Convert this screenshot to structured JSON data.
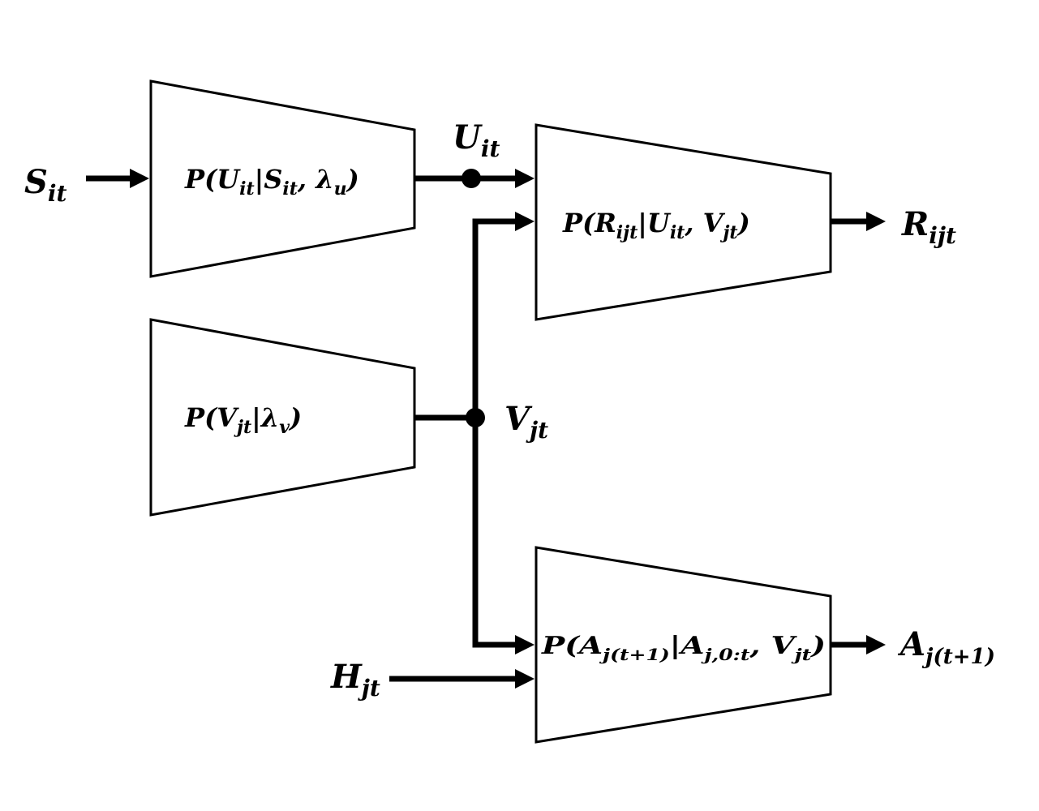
{
  "diagram": {
    "colors": {
      "stroke": "#000000",
      "background": "#ffffff"
    },
    "inputs": {
      "S": {
        "base": "S",
        "sub": "it"
      },
      "H": {
        "base": "H",
        "sub": "jt"
      }
    },
    "nodes": {
      "U": {
        "base": "U",
        "sub": "it"
      },
      "V": {
        "base": "V",
        "sub": "jt"
      }
    },
    "outputs": {
      "R": {
        "base": "R",
        "sub": "ijt"
      },
      "A": {
        "base": "A",
        "sub": "j(t+1)"
      }
    },
    "blocks": {
      "pu": {
        "p": "P(",
        "a": "U",
        "a_sub": "it",
        "bar": "|",
        "b": "S",
        "b_sub": "it",
        "comma": ", ",
        "c": "λ",
        "c_sub": "u",
        "close": ")"
      },
      "pv": {
        "p": "P(",
        "a": "V",
        "a_sub": "jt",
        "bar": "|",
        "c": "λ",
        "c_sub": "v",
        "close": ")"
      },
      "pr": {
        "p": "P(",
        "a": "R",
        "a_sub": "ijt",
        "bar": "|",
        "b": "U",
        "b_sub": "it",
        "comma": ", ",
        "c": "V",
        "c_sub": "jt",
        "close": ")"
      },
      "pa": {
        "p": "P(",
        "a": "A",
        "a_sub": "j(t+1)",
        "bar": "|",
        "b": "A",
        "b_sub": "j,0:t",
        "comma": ", ",
        "c": "V",
        "c_sub": "jt",
        "close": ")"
      }
    }
  }
}
